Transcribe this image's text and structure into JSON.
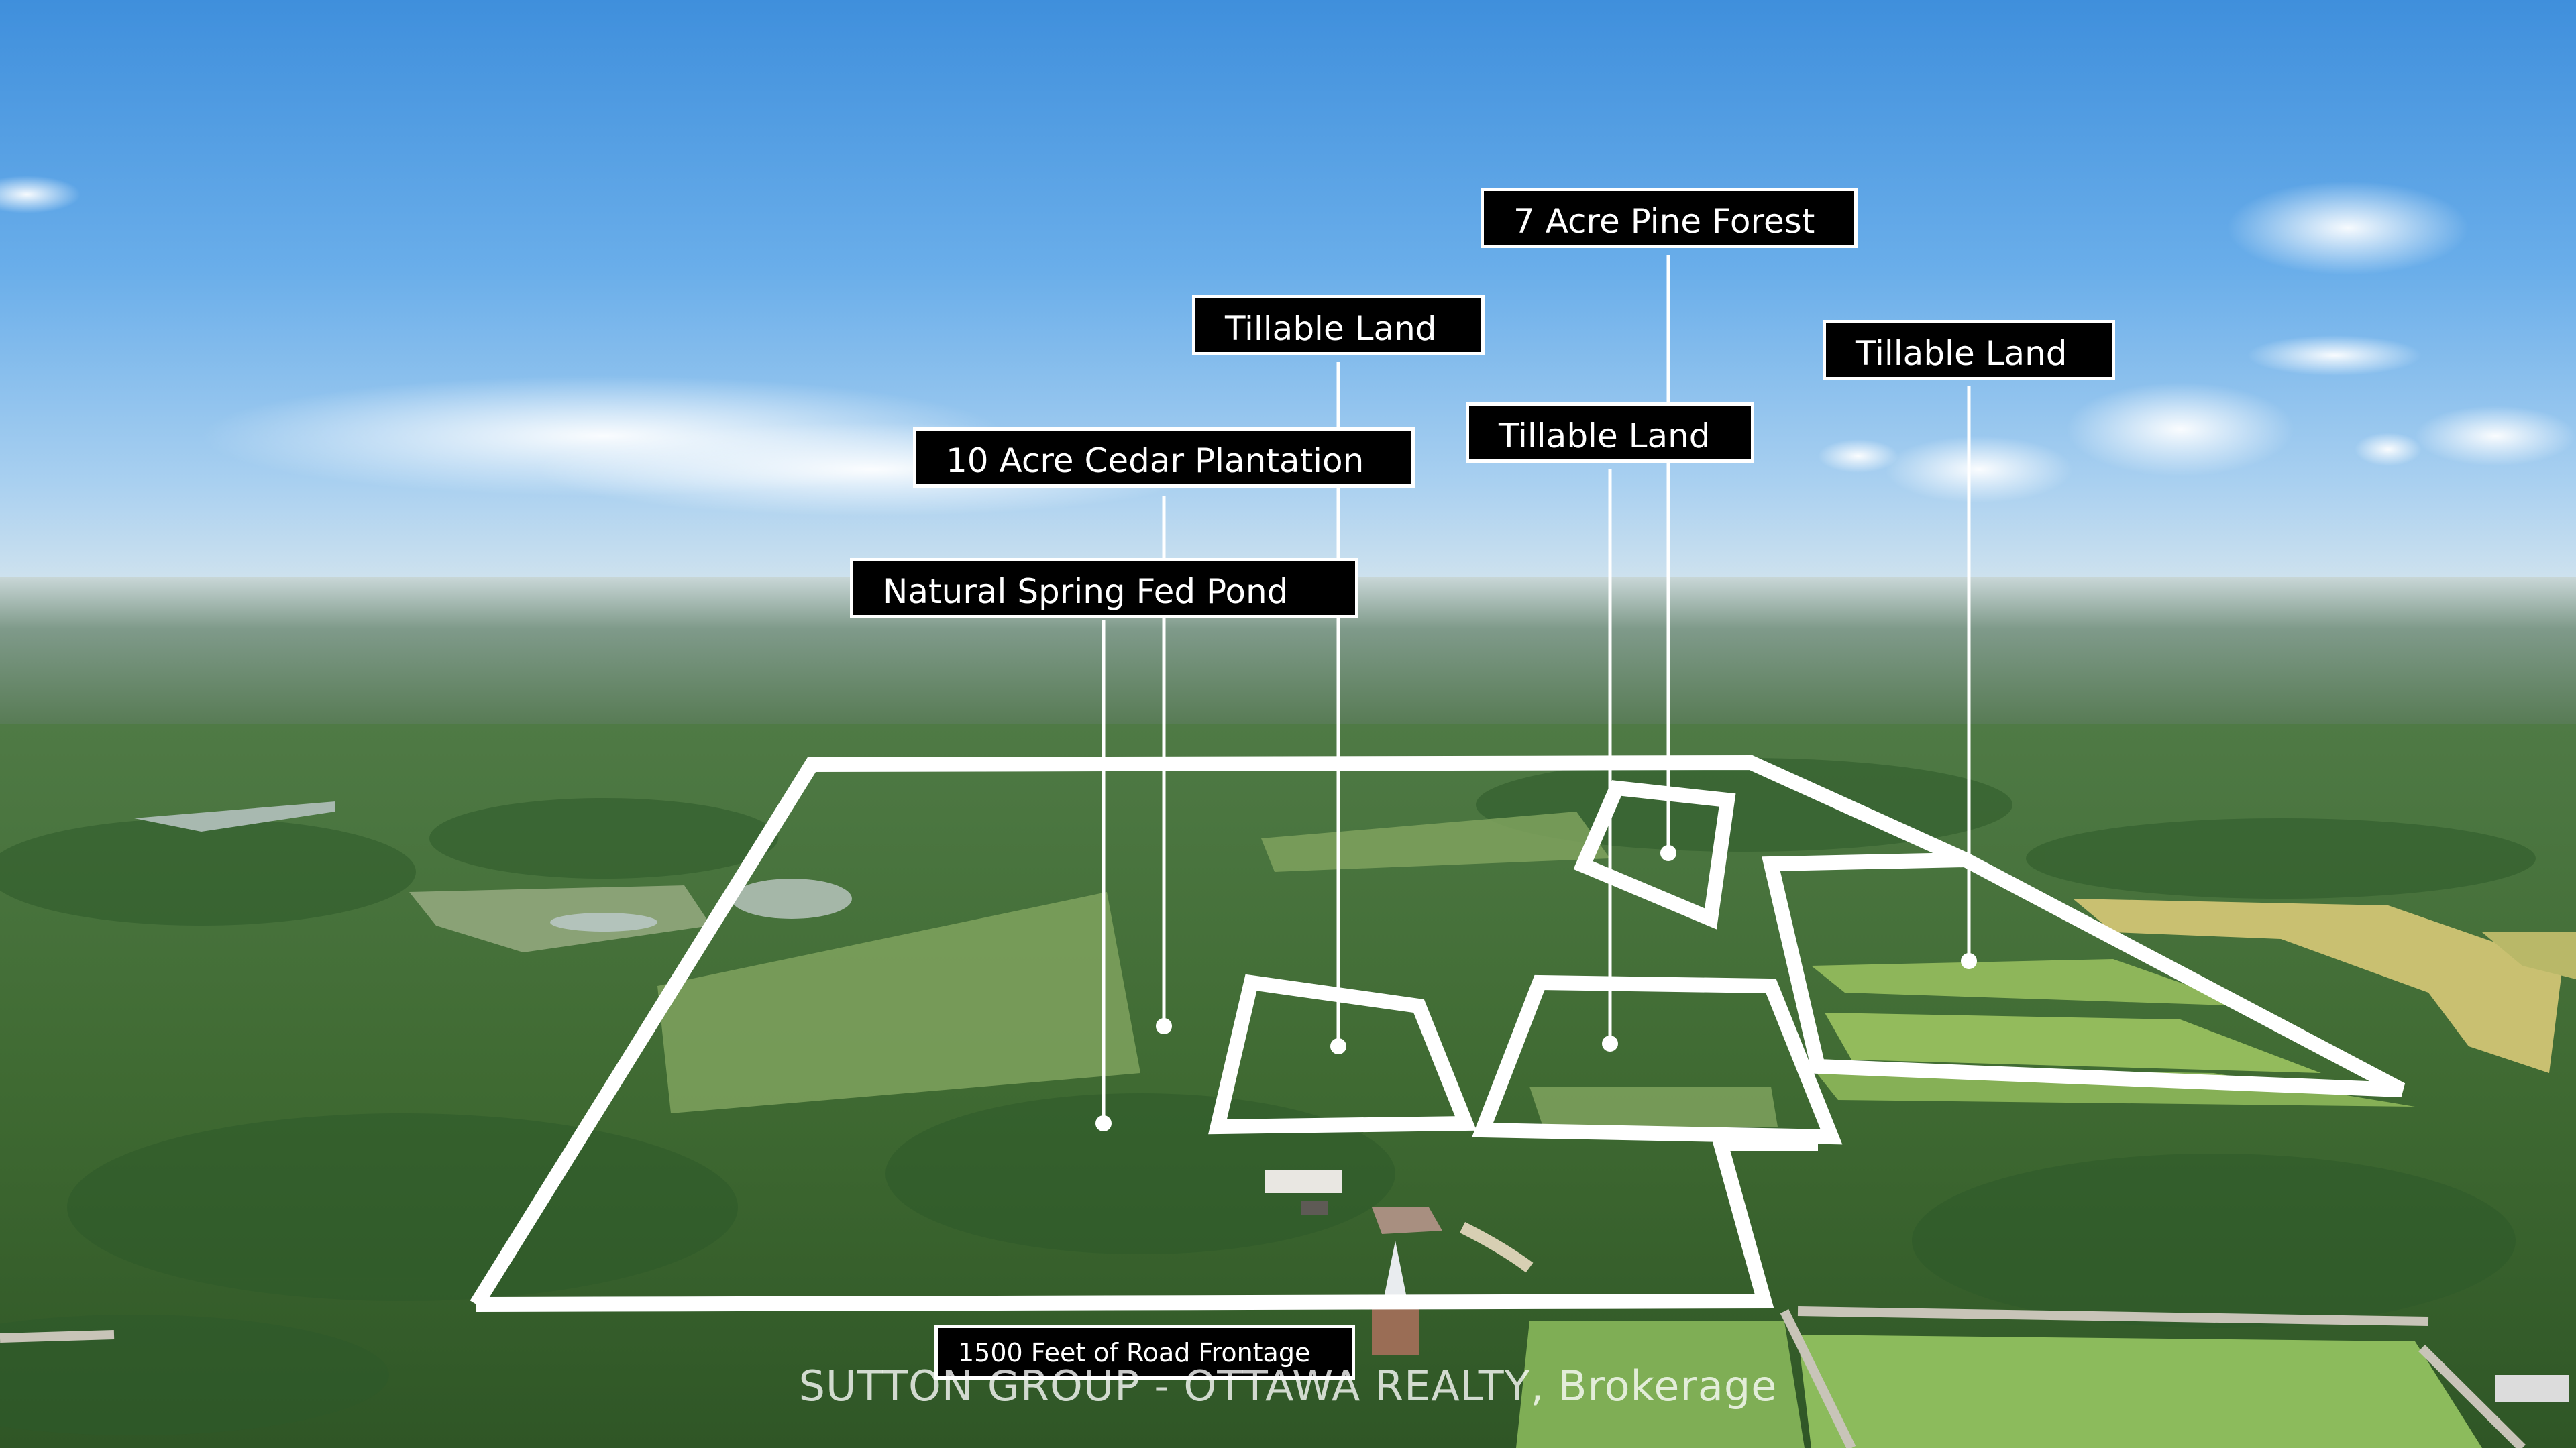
{
  "labels": {
    "pine_forest": "7 Acre Pine Forest",
    "tillable_center": "Tillable Land",
    "tillable_right": "Tillable Land",
    "tillable_mid": "Tillable Land",
    "cedar_plantation": "10 Acre Cedar Plantation",
    "spring_pond": "Natural Spring Fed Pond",
    "road_frontage": "1500 Feet of Road Frontage"
  },
  "watermark": "SUTTON GROUP - OTTAWA REALTY, Brokerage",
  "colors": {
    "outline": "#ffffff",
    "label_bg": "#000000",
    "label_text": "#ffffff"
  }
}
